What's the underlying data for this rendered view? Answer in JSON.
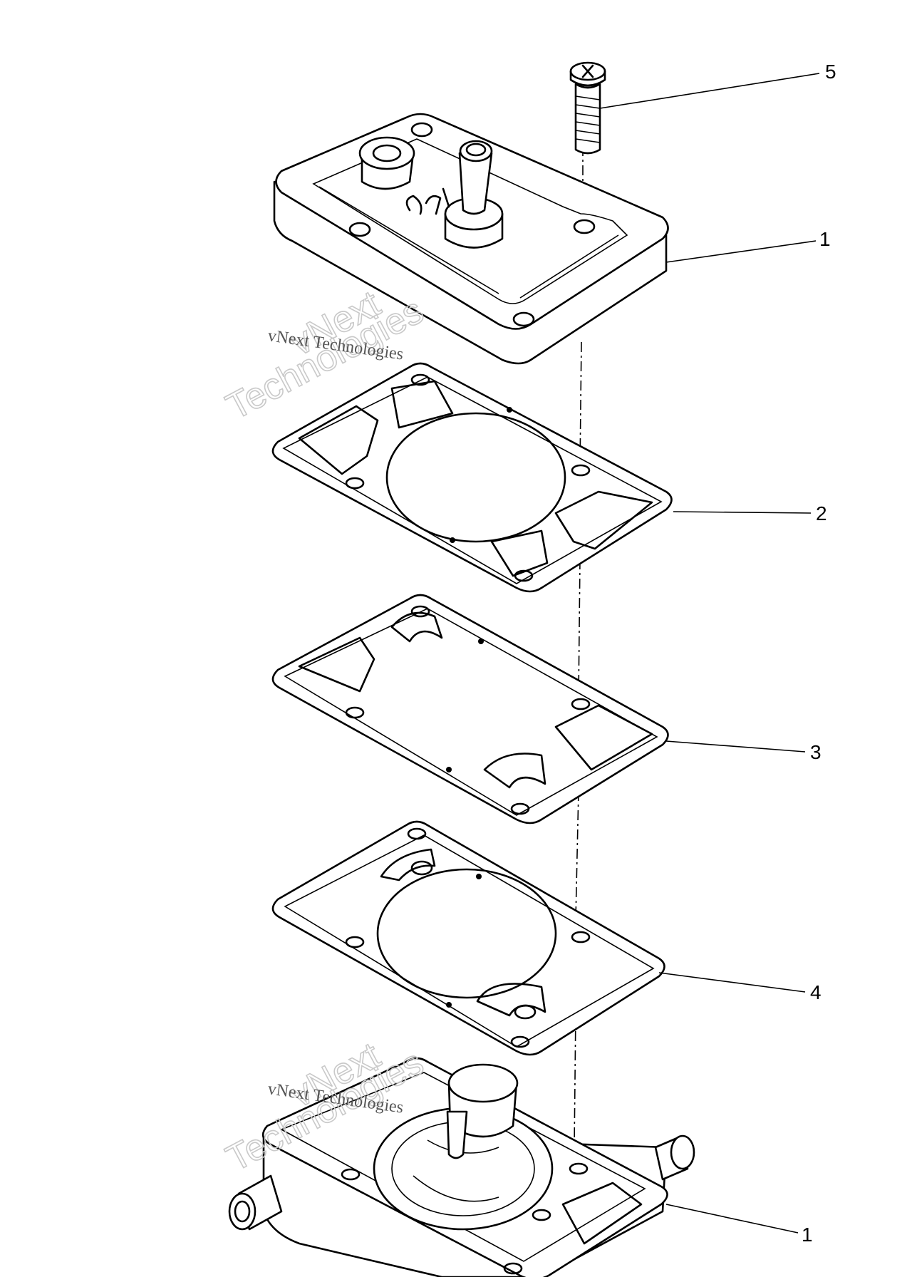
{
  "callouts": {
    "bolt": "5",
    "cover": "1",
    "gasket": "2",
    "diaphragm": "3",
    "valve_plate": "4",
    "body": "1"
  },
  "watermark": {
    "small": "vNext Technologies",
    "big_line1": "vNext",
    "big_line2": "Technologies"
  }
}
